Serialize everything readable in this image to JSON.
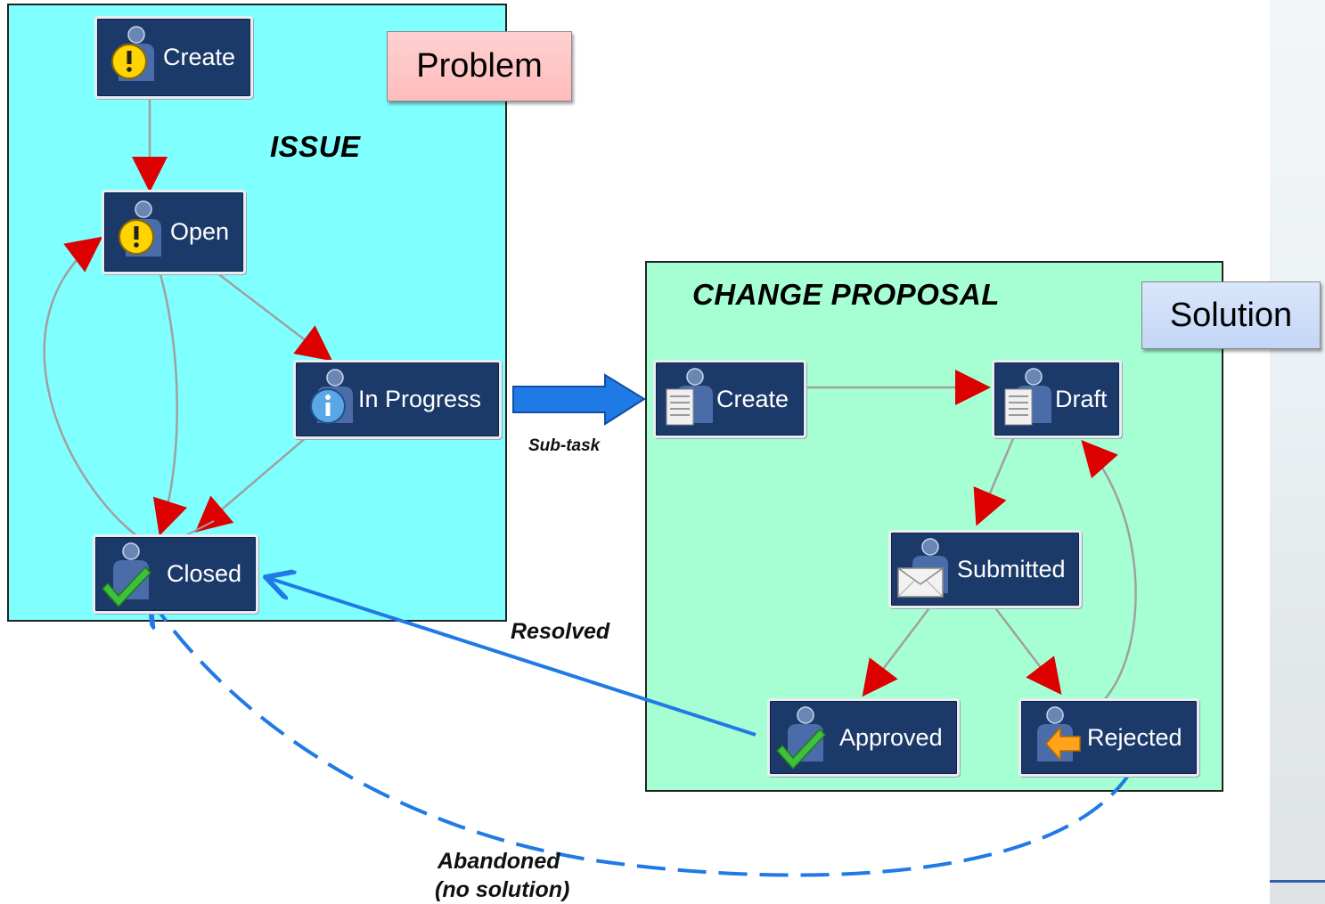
{
  "issue": {
    "title": "ISSUE",
    "tag": "Problem",
    "states": {
      "create": "Create",
      "open": "Open",
      "in_progress": "In Progress",
      "closed": "Closed"
    }
  },
  "change_proposal": {
    "title": "CHANGE PROPOSAL",
    "tag": "Solution",
    "states": {
      "create": "Create",
      "draft": "Draft",
      "submitted": "Submitted",
      "approved": "Approved",
      "rejected": "Rejected"
    }
  },
  "links": {
    "subtask": "Sub-task",
    "resolved": "Resolved",
    "abandoned": "Abandoned",
    "abandoned_note": "(no solution)"
  },
  "colors": {
    "issue_panel": "#80ffff",
    "change_panel": "#a6ffd2",
    "node": "#1b3a6a",
    "transition_arrow": "#dd0000",
    "link_arrow": "#1f7ae6"
  },
  "icons": {
    "issue_create": "person-warning-icon",
    "issue_open": "person-warning-icon",
    "issue_in_progress": "person-info-icon",
    "issue_closed": "person-check-icon",
    "cp_create": "person-document-icon",
    "cp_draft": "person-document-icon",
    "cp_submitted": "person-envelope-icon",
    "cp_approved": "person-check-icon",
    "cp_rejected": "person-return-icon"
  }
}
